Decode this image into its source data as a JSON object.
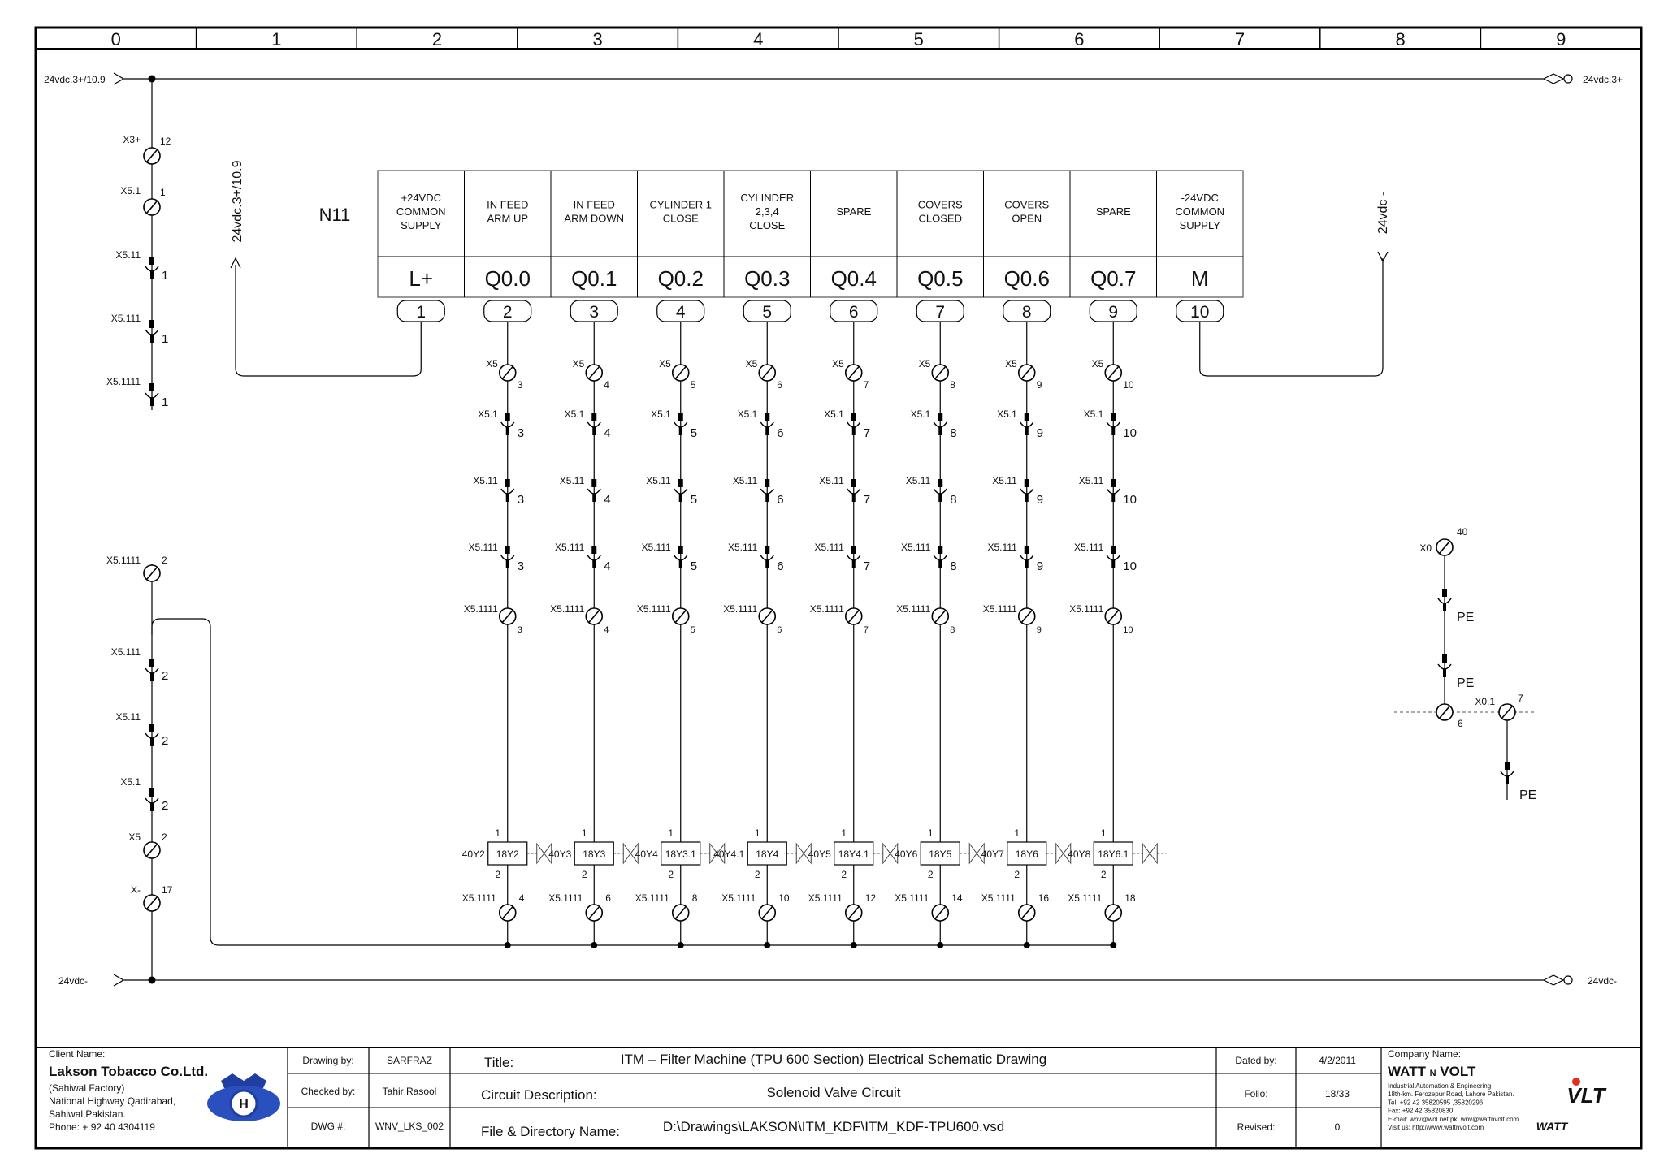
{
  "columns": [
    "0",
    "1",
    "2",
    "3",
    "4",
    "5",
    "6",
    "7",
    "8",
    "9"
  ],
  "rails": {
    "top_left": "24vdc.3+/10.9",
    "top_right": "24vdc.3+",
    "bottom_left": "24vdc-",
    "bottom_right": "24vdc-"
  },
  "plc": {
    "tag": "N11",
    "left_feed_label": "24vdc.3+/10.9",
    "right_feed_label": "24vdc -",
    "channels": [
      {
        "desc": [
          "+24VDC",
          "COMMON",
          "SUPPLY"
        ],
        "addr": "L+",
        "pin": "1"
      },
      {
        "desc": [
          "IN FEED",
          "ARM UP"
        ],
        "addr": "Q0.0",
        "pin": "2"
      },
      {
        "desc": [
          "IN FEED",
          "ARM DOWN"
        ],
        "addr": "Q0.1",
        "pin": "3"
      },
      {
        "desc": [
          "CYLINDER 1",
          "CLOSE"
        ],
        "addr": "Q0.2",
        "pin": "4"
      },
      {
        "desc": [
          "CYLINDER",
          "2,3,4",
          "CLOSE"
        ],
        "addr": "Q0.3",
        "pin": "5"
      },
      {
        "desc": [
          "SPARE"
        ],
        "addr": "Q0.4",
        "pin": "6"
      },
      {
        "desc": [
          "COVERS",
          "CLOSED"
        ],
        "addr": "Q0.5",
        "pin": "7"
      },
      {
        "desc": [
          "COVERS",
          "OPEN"
        ],
        "addr": "Q0.6",
        "pin": "8"
      },
      {
        "desc": [
          "SPARE"
        ],
        "addr": "Q0.7",
        "pin": "9"
      },
      {
        "desc": [
          "-24VDC",
          "COMMON",
          "SUPPLY"
        ],
        "addr": "M",
        "pin": "10"
      }
    ]
  },
  "circuits": [
    {
      "x5": "3",
      "x51": "3",
      "x511": "3",
      "x5111": "3",
      "x5111b": "3",
      "coil": "18Y2",
      "valve": "40Y2",
      "coil_top": "1",
      "coil_bot": "2",
      "ret": "4"
    },
    {
      "x5": "4",
      "x51": "4",
      "x511": "4",
      "x5111": "4",
      "x5111b": "4",
      "coil": "18Y3",
      "valve": "40Y3",
      "coil_top": "1",
      "coil_bot": "2",
      "ret": "6"
    },
    {
      "x5": "5",
      "x51": "5",
      "x511": "5",
      "x5111": "5",
      "x5111b": "5",
      "coil": "18Y3.1",
      "valve": "40Y4",
      "coil_top": "1",
      "coil_bot": "2",
      "ret": "8"
    },
    {
      "x5": "6",
      "x51": "6",
      "x511": "6",
      "x5111": "6",
      "x5111b": "6",
      "coil": "18Y4",
      "valve": "40Y4.1",
      "coil_top": "1",
      "coil_bot": "2",
      "ret": "10"
    },
    {
      "x5": "7",
      "x51": "7",
      "x511": "7",
      "x5111": "7",
      "x5111b": "7",
      "coil": "18Y4.1",
      "valve": "40Y5",
      "coil_top": "1",
      "coil_bot": "2",
      "ret": "12"
    },
    {
      "x5": "8",
      "x51": "8",
      "x511": "8",
      "x5111": "8",
      "x5111b": "8",
      "coil": "18Y5",
      "valve": "40Y6",
      "coil_top": "1",
      "coil_bot": "2",
      "ret": "14"
    },
    {
      "x5": "9",
      "x51": "9",
      "x511": "9",
      "x5111": "9",
      "x5111b": "9",
      "coil": "18Y6",
      "valve": "40Y7",
      "coil_top": "1",
      "coil_bot": "2",
      "ret": "16"
    },
    {
      "x5": "10",
      "x51": "10",
      "x511": "10",
      "x5111": "10",
      "x5111b": "10",
      "coil": "18Y6.1",
      "valve": "40Y8",
      "coil_top": "1",
      "coil_bot": "2",
      "ret": "18"
    }
  ],
  "terminal_names": {
    "x5": "X5",
    "x51": "X5.1",
    "x511": "X5.11",
    "x5111": "X5.111",
    "x5111b": "X5.1111",
    "ret": "X5.1111"
  },
  "left_top_chain": [
    {
      "name": "X3+",
      "num": "12",
      "kind": "terminal"
    },
    {
      "name": "X5.1",
      "num": "1",
      "kind": "terminal"
    },
    {
      "name": "X5.11",
      "num": "1",
      "kind": "plug"
    },
    {
      "name": "X5.111",
      "num": "1",
      "kind": "plug"
    },
    {
      "name": "X5.1111",
      "num": "1",
      "kind": "plug"
    }
  ],
  "left_bottom_chain": [
    {
      "name": "X5.1111",
      "num": "2",
      "kind": "terminal"
    },
    {
      "name": "X5.111",
      "num": "2",
      "kind": "plug"
    },
    {
      "name": "X5.11",
      "num": "2",
      "kind": "plug"
    },
    {
      "name": "X5.1",
      "num": "2",
      "kind": "plug"
    },
    {
      "name": "X5",
      "num": "2",
      "kind": "terminal"
    },
    {
      "name": "X-",
      "num": "17",
      "kind": "terminal"
    }
  ],
  "pe_group": {
    "x0_name": "X0",
    "x0_num": "40",
    "pe1": "PE",
    "pe2": "PE",
    "left_num": "6",
    "x01_name": "X0.1",
    "x01_num": "7",
    "pe3": "PE"
  },
  "title_block": {
    "client_label": "Client Name:",
    "client_name": "Lakson Tobacco Co.Ltd.",
    "client_lines": [
      "(Sahiwal Factory)",
      "National Highway Qadirabad,",
      "Sahiwal,Pakistan.",
      "Phone: + 92 40 4304119"
    ],
    "logo_letter": "H",
    "drawn_label": "Drawing by:",
    "drawn_value": "SARFRAZ",
    "checked_label": "Checked by:",
    "checked_value": "Tahir Rasool",
    "dwg_label": "DWG #:",
    "dwg_value": "WNV_LKS_002",
    "title_label": "Title:",
    "title_value": "ITM – Filter Machine (TPU 600 Section) Electrical Schematic Drawing",
    "circuit_label": "Circuit Description:",
    "circuit_value": "Solenoid Valve Circuit",
    "file_label": "File & Directory Name:",
    "file_value": "D:\\Drawings\\LAKSON\\ITM_KDF\\ITM_KDF-TPU600.vsd",
    "dated_label": "Dated by:",
    "dated_value": "4/2/2011",
    "folio_label": "Folio:",
    "folio_value": "18/33",
    "revised_label": "Revised:",
    "revised_value": "0",
    "company_label": "Company Name:",
    "company_name_a": "WATT ",
    "company_name_n": "N",
    "company_name_b": " VOLT",
    "company_lines": [
      "Industrial Automation & Engineering",
      "18th-km. Ferozepur Road, Lahore Pakistan.",
      "Tel: +92 42 35820595 ,35820296",
      "Fax: +92 42 35820830",
      "E-mail: wnv@wol.net.pk; wnv@wattnvolt.com",
      "Visit us: http://www.wattnvolt.com"
    ],
    "logo_big": "VLT",
    "logo_small": "WATT"
  }
}
